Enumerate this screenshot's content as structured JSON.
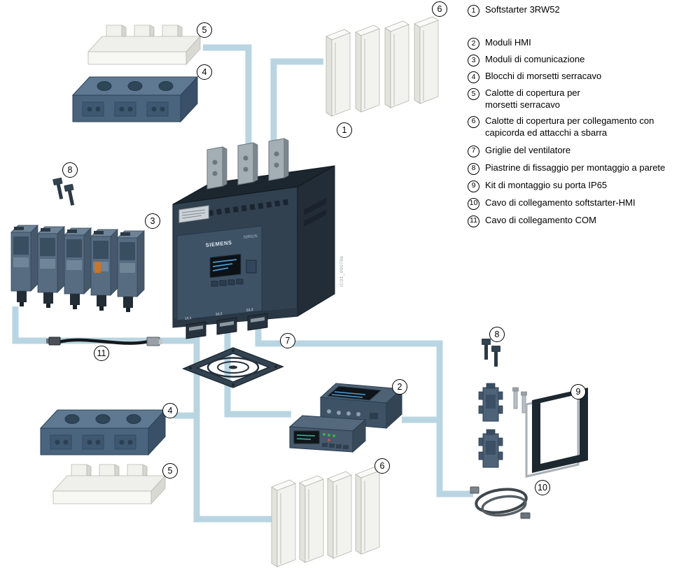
{
  "legend": {
    "items": [
      {
        "num": "1",
        "label": "Softstarter 3RW52"
      },
      {
        "num": "2",
        "label": "Moduli HMI"
      },
      {
        "num": "3",
        "label": "Moduli di comunicazione"
      },
      {
        "num": "4",
        "label": "Blocchi di morsetti serracavo"
      },
      {
        "num": "5",
        "label": "Calotte di copertura per\nmorsetti serracavo"
      },
      {
        "num": "6",
        "label": "Calotte di copertura per collegamento con\ncapicorda ed attacchi a sbarra"
      },
      {
        "num": "7",
        "label": "Griglie del ventilatore"
      },
      {
        "num": "8",
        "label": "Piastrine di fissaggio per montaggio a parete"
      },
      {
        "num": "9",
        "label": "Kit di montaggio su porta IP65"
      },
      {
        "num": "10",
        "label": "Cavo di collegamento softstarter-HMI"
      },
      {
        "num": "11",
        "label": "Cavo di collegamento COM"
      }
    ]
  },
  "callouts": [
    {
      "num": "5"
    },
    {
      "num": "4"
    },
    {
      "num": "6"
    },
    {
      "num": "1"
    },
    {
      "num": "8"
    },
    {
      "num": "3"
    },
    {
      "num": "11"
    },
    {
      "num": "7"
    },
    {
      "num": "4"
    },
    {
      "num": "5"
    },
    {
      "num": "2"
    },
    {
      "num": "6"
    },
    {
      "num": "8"
    },
    {
      "num": "9"
    },
    {
      "num": "10"
    }
  ],
  "device": {
    "brand": "SIEMENS",
    "series": "SIRIUS",
    "terminal_labels": [
      "1/L1",
      "3/L2",
      "5/L3"
    ],
    "watermark": "IC01_00076b"
  },
  "colors": {
    "connector_line": "#b9d5e2",
    "device_body": "#31414f",
    "accessory_blue": "#4b647d",
    "cover_white": "#f2f2ef"
  }
}
